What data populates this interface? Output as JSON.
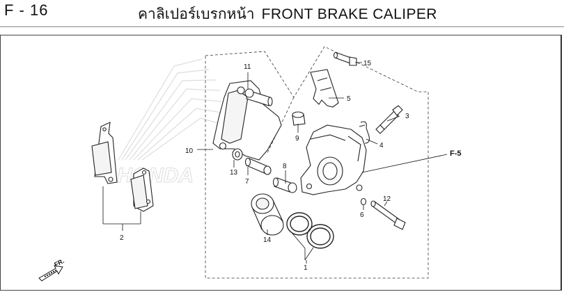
{
  "header": {
    "code": "F - 16",
    "title_thai": "คาลิเปอร์เบรกหน้า",
    "title_en": "FRONT BRAKE CALIPER"
  },
  "watermark": {
    "text": "HONDA"
  },
  "parts": [
    {
      "id": "p1",
      "label": "1",
      "name": "piston-seal-set"
    },
    {
      "id": "p2",
      "label": "2",
      "name": "brake-pad-set"
    },
    {
      "id": "p3",
      "label": "3",
      "name": "bleed-valve"
    },
    {
      "id": "p4",
      "label": "4",
      "name": "pad-spring"
    },
    {
      "id": "p5",
      "label": "5",
      "name": "pad-retainer"
    },
    {
      "id": "p6",
      "label": "6",
      "name": "small-oring"
    },
    {
      "id": "p7",
      "label": "7",
      "name": "pin-bolt"
    },
    {
      "id": "p8",
      "label": "8",
      "name": "slide-pin"
    },
    {
      "id": "p9",
      "label": "9",
      "name": "pin-boot"
    },
    {
      "id": "p10",
      "label": "10",
      "name": "caliper-bracket"
    },
    {
      "id": "p11",
      "label": "11",
      "name": "bracket-pin"
    },
    {
      "id": "p12",
      "label": "12",
      "name": "pad-pin"
    },
    {
      "id": "p13",
      "label": "13",
      "name": "boot"
    },
    {
      "id": "p14",
      "label": "14",
      "name": "piston"
    },
    {
      "id": "p15",
      "label": "15",
      "name": "flange-bolt"
    }
  ],
  "ref": {
    "label": "F-5"
  },
  "direction": {
    "label": "FR."
  }
}
